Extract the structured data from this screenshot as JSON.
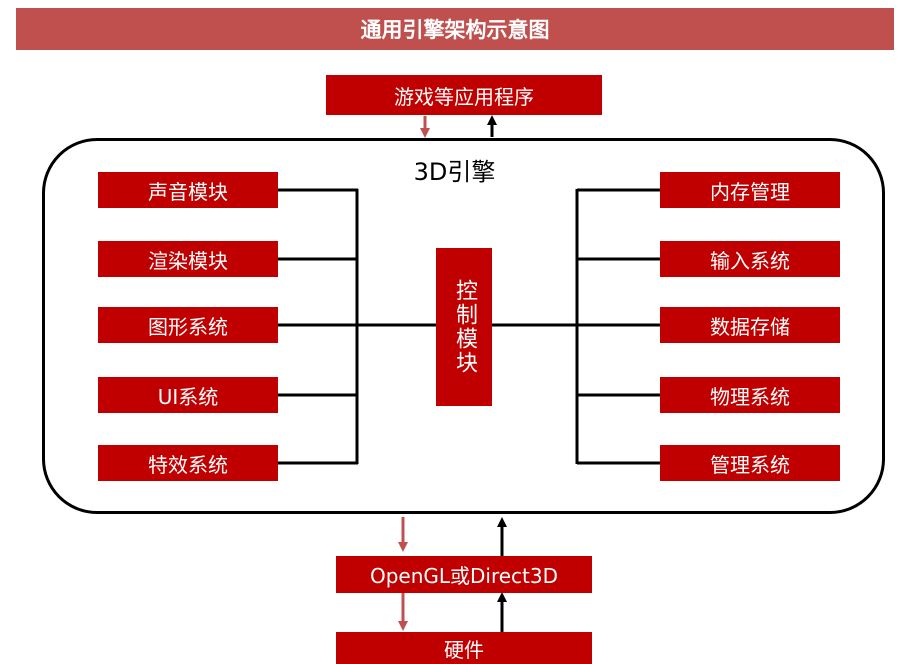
{
  "title": "通用引擎架构示意图",
  "app_box": "游戏等应用程序",
  "engine": {
    "title": "3D引擎",
    "left_modules": [
      "声音模块",
      "渲染模块",
      "图形系统",
      "UI系统",
      "特效系统"
    ],
    "right_modules": [
      "内存管理",
      "输入系统",
      "数据存储",
      "物理系统",
      "管理系统"
    ],
    "control": "控制模块"
  },
  "api_box": "OpenGL或Direct3D",
  "hardware_box": "硬件",
  "colors": {
    "banner": "#c0504d",
    "box": "#c00000",
    "down_arrow": "#c0504d",
    "up_arrow": "#000000"
  }
}
